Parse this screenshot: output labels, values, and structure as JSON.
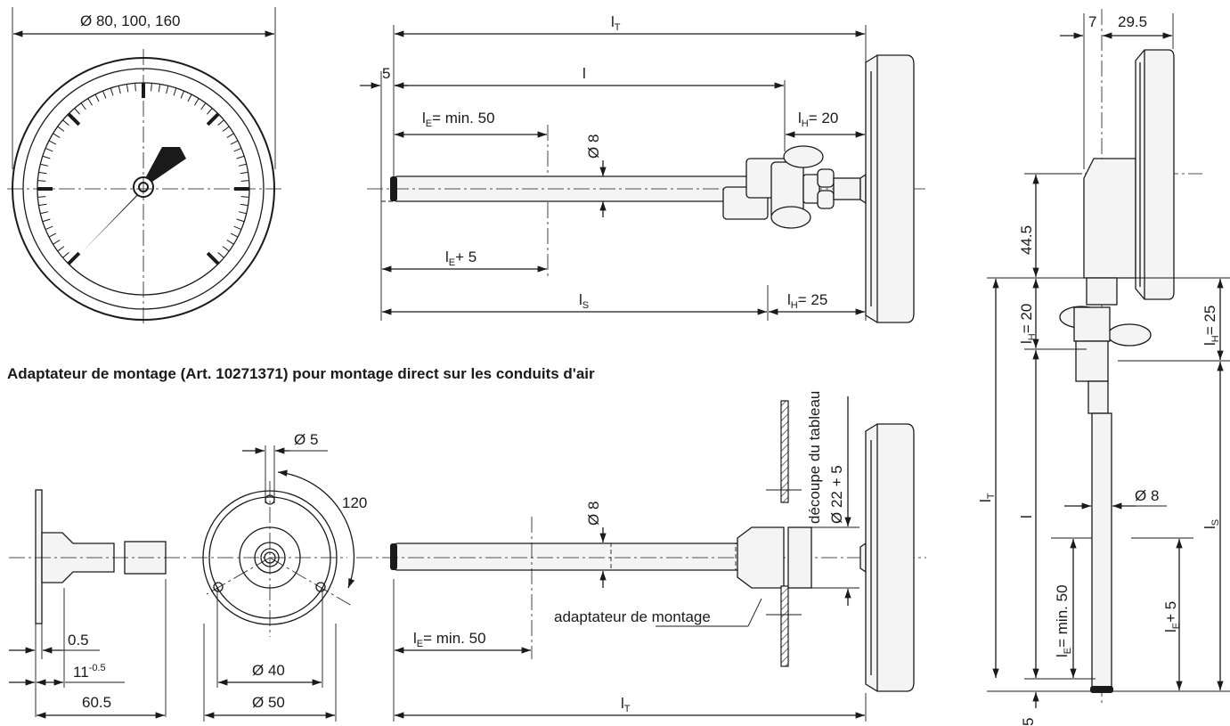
{
  "heading": "Adaptateur de montage (Art. 10271371) pour montage direct sur les conduits d'air",
  "labels": {
    "dial_diameters": "Ø 80, 100, 160",
    "lt": "l",
    "lt_sub": "T",
    "l": "l",
    "five": "5",
    "le_min": "= min. 50",
    "le_sub": "E",
    "d8": "Ø 8",
    "lh20": "= 20",
    "lh25": "= 25",
    "lh_sub": "H",
    "le_plus5": "+ 5",
    "ls": "l",
    "ls_sub": "S",
    "d5": "Ø 5",
    "angle120": "120",
    "d40": "Ø 40",
    "d50": "Ø 50",
    "d05": "0.5",
    "d11": "11",
    "d11_sup": "-0.5",
    "d605": "60.5",
    "cutout": "découpe du tableau",
    "cutout_dim": "Ø 22 + 5",
    "adapter": "adaptateur de montage",
    "d7": "7",
    "d295": "29.5",
    "d445": "44.5"
  }
}
